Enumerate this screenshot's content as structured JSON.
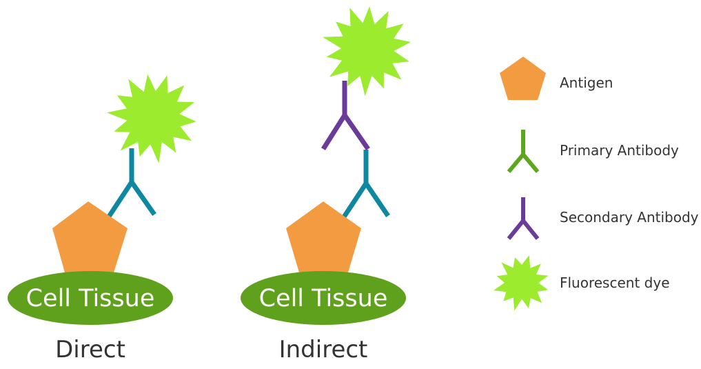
{
  "colors": {
    "antigen": "#F39B41",
    "primary_antibody": "#0E87A0",
    "legend_primary_antibody": "#5EA61E",
    "secondary_antibody": "#6A3B98",
    "fluorescent_dye": "#9CEB2E",
    "cell_tissue": "#5FA01D"
  },
  "panels": {
    "direct": {
      "tissue_label": "Cell Tissue",
      "caption": "Direct"
    },
    "indirect": {
      "tissue_label": "Cell Tissue",
      "caption": "Indirect"
    }
  },
  "legend": {
    "items": [
      {
        "label": "Antigen",
        "icon": "pentagon-icon"
      },
      {
        "label": "Primary Antibody",
        "icon": "y-antibody-icon"
      },
      {
        "label": "Secondary Antibody",
        "icon": "y-antibody-icon"
      },
      {
        "label": "Fluorescent dye",
        "icon": "starburst-icon"
      }
    ]
  }
}
